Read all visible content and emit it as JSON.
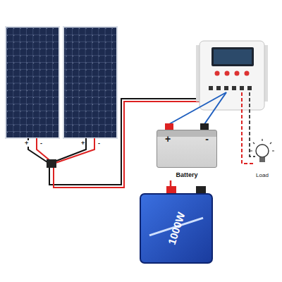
{
  "diagram": {
    "nodes": [
      {
        "text": [
          "+",
          "-",
          "Battery"
        ]
      },
      {
        "text": [
          "Load"
        ]
      },
      {
        "text": [
          "1000W"
        ]
      }
    ],
    "edges": [
      {
        "from": 0,
        "to": 2,
        "arrow": "none"
      }
    ],
    "labels": [
      "+",
      "-",
      "+",
      "-"
    ]
  }
}
